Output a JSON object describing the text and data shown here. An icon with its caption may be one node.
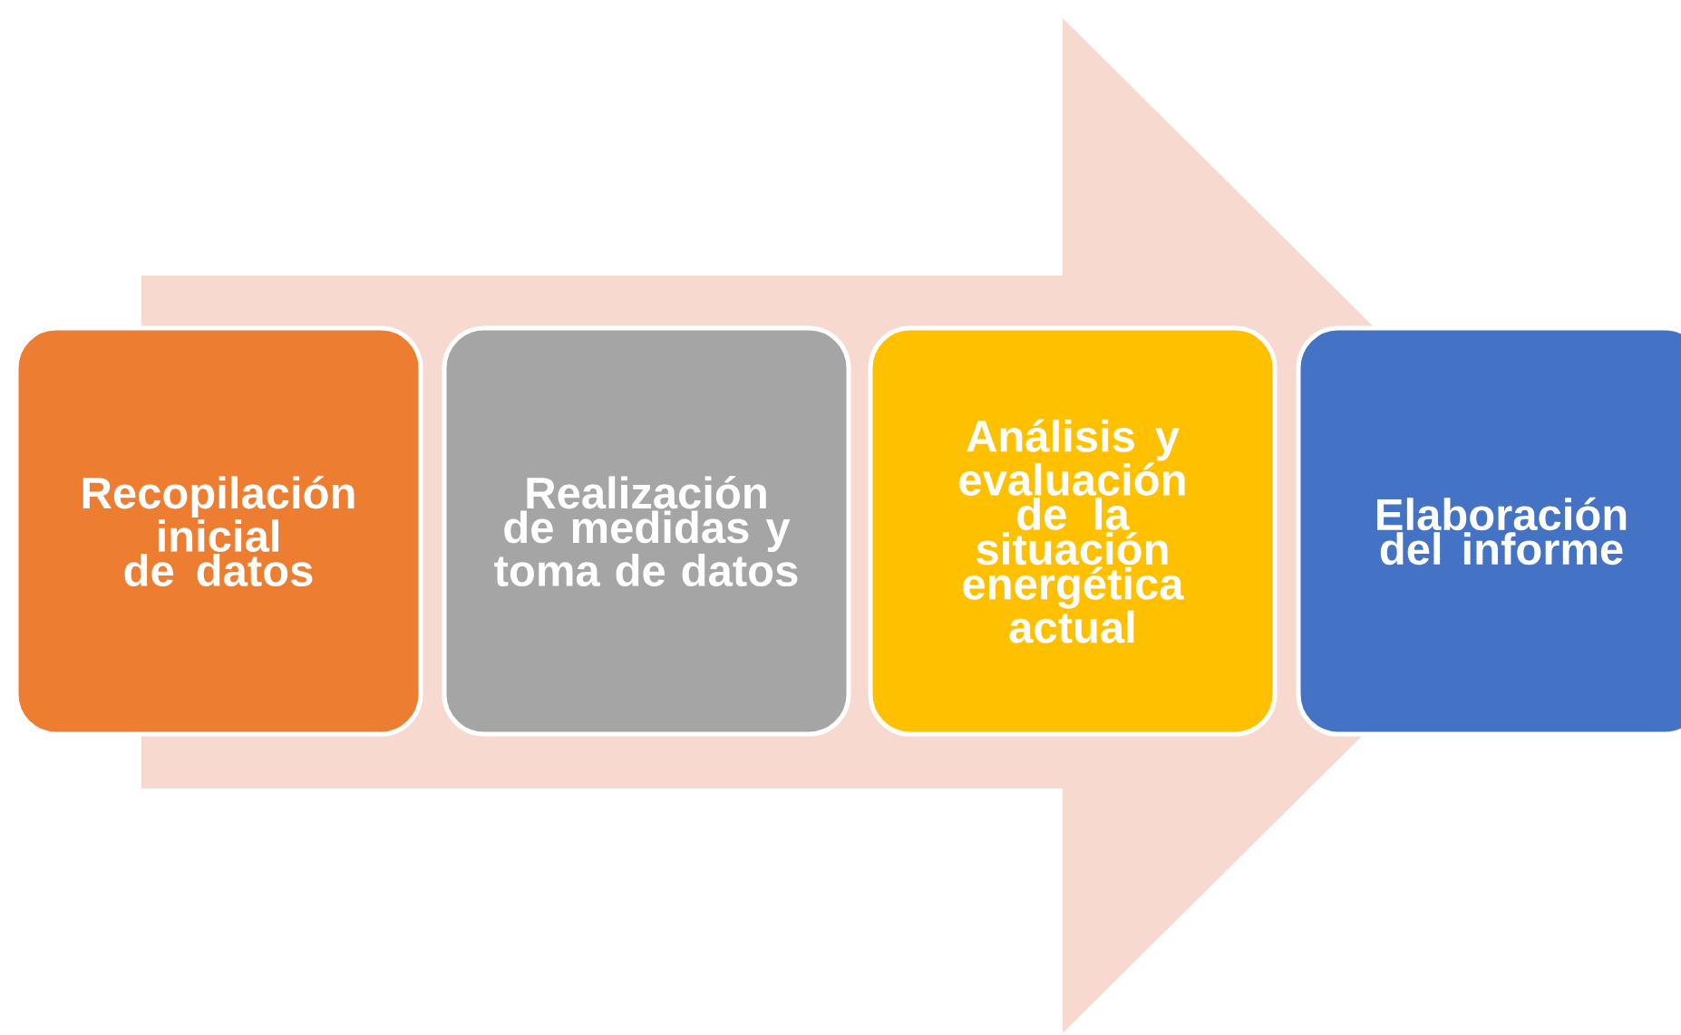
{
  "diagram": {
    "nodes": [
      {
        "text": [
          "Recopilación inicial de datos"
        ]
      },
      {
        "text": [
          "Realización de medidas y toma de datos"
        ]
      },
      {
        "text": [
          "Análisis y evaluación de la situación energética actual"
        ]
      },
      {
        "text": [
          "Elaboración del informe"
        ]
      }
    ],
    "edges": [
      {
        "from": 0,
        "to": 3,
        "arrow": "to"
      }
    ]
  }
}
